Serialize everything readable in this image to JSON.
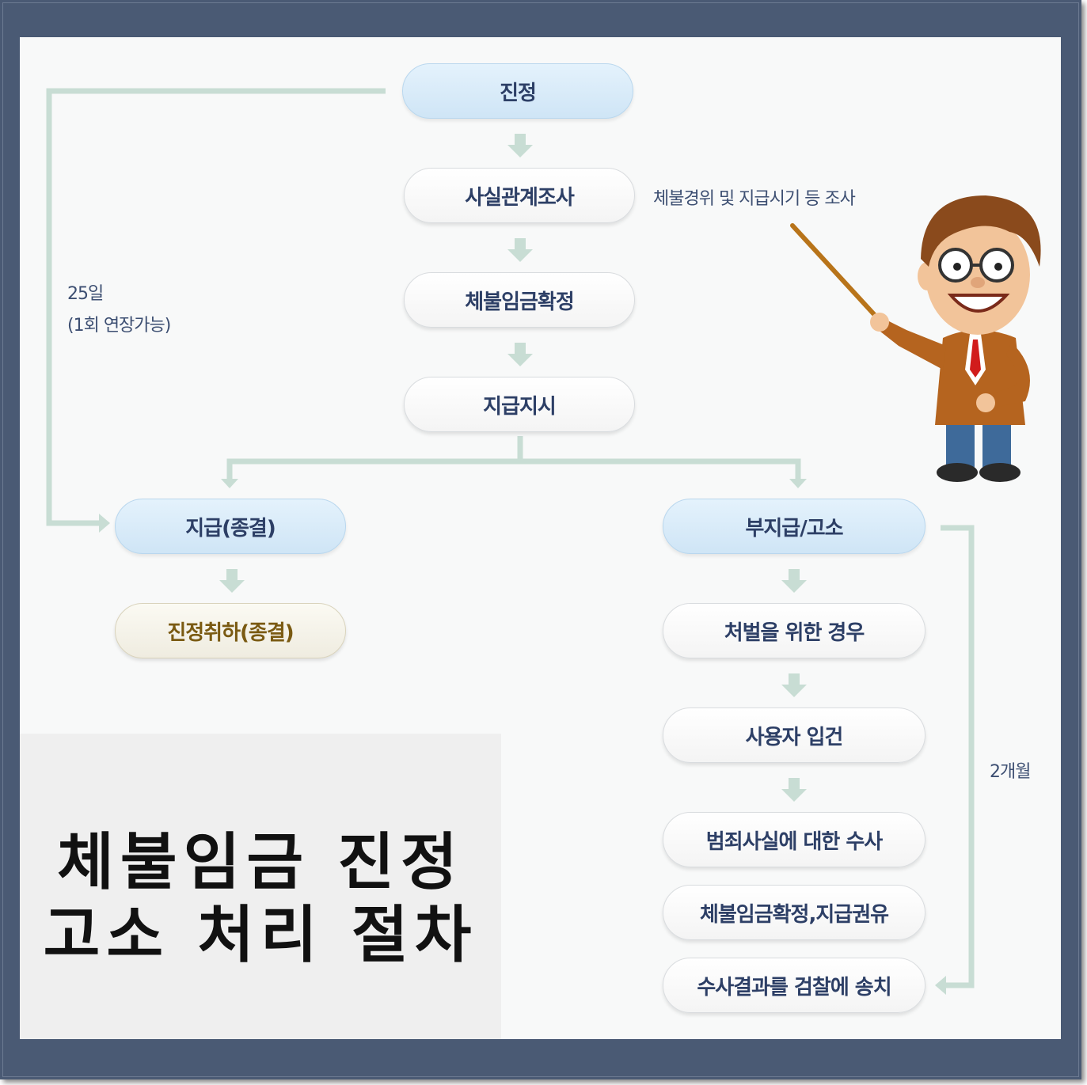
{
  "flow": {
    "nodes": {
      "petition": "진정",
      "fact_check": "사실관계조사",
      "wage_confirm": "체불임금확정",
      "pay_order": "지급지시",
      "paid": "지급(종결)",
      "withdraw": "진정취하(종결)",
      "unpaid": "부지급/고소",
      "punish": "처벌을 위한 경우",
      "employer_case": "사용자 입건",
      "investigation": "범죄사실에 대한 수사",
      "confirm_recommend": "체불임금확정,지급권유",
      "send_prosecution": "수사결과를 검찰에 송치"
    },
    "notes": {
      "fact_check_note": "체불경위 및 지급시기 등 조사",
      "duration_main": "25일",
      "duration_ext": "(1회 연장가능)",
      "duration_unpaid": "2개월"
    }
  },
  "title": {
    "line1": "체불임금 진정",
    "line2": "고소 처리 절차"
  },
  "colors": {
    "frame": "#4a5a74",
    "line": "#c8ddd4",
    "node_text": "#2d3f66",
    "blue_node": "#d6e9f8",
    "cream_text": "#7a5a12"
  },
  "icons": {
    "arrow": "down-arrow-icon",
    "illustration": "teacher-with-pointer"
  }
}
